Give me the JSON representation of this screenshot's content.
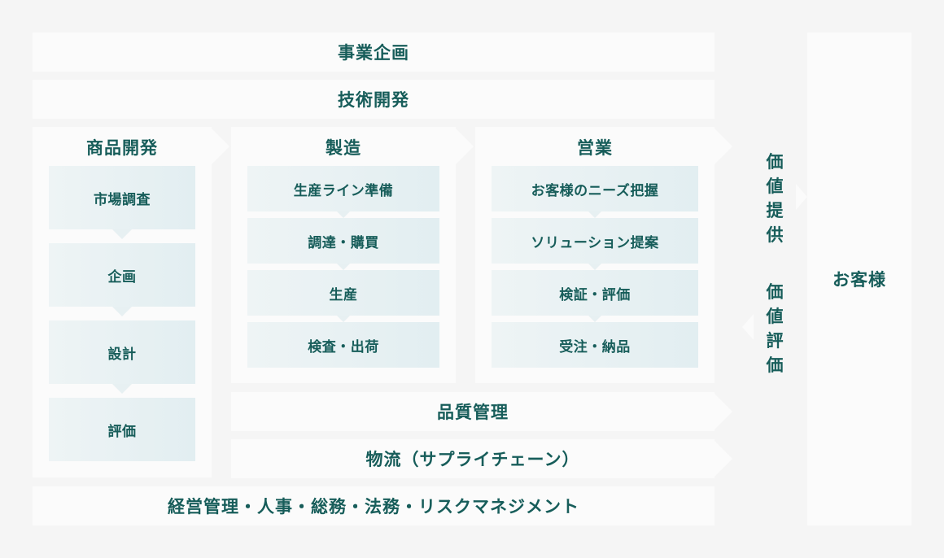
{
  "top": {
    "planning": "事業企画",
    "tech": "技術開発"
  },
  "product_dev": {
    "title": "商品開発",
    "items": [
      "市場調査",
      "企画",
      "設計",
      "評価"
    ]
  },
  "manufacturing": {
    "title": "製造",
    "items": [
      "生産ライン準備",
      "調達・購買",
      "生産",
      "検査・出荷"
    ]
  },
  "sales": {
    "title": "営業",
    "items": [
      "お客様のニーズ把握",
      "ソリューション提案",
      "検証・評価",
      "受注・納品"
    ]
  },
  "quality": "品質管理",
  "logistics": "物流（サプライチェーン）",
  "management": "経営管理・人事・総務・法務・リスクマネジメント",
  "value_provide": "価値提供",
  "value_eval": "価値評価",
  "customer": "お客様",
  "colors": {
    "background": "#f5f5f5",
    "panel": "#fbfbfb",
    "item": "#e7f0f2",
    "text": "#175d5a"
  }
}
